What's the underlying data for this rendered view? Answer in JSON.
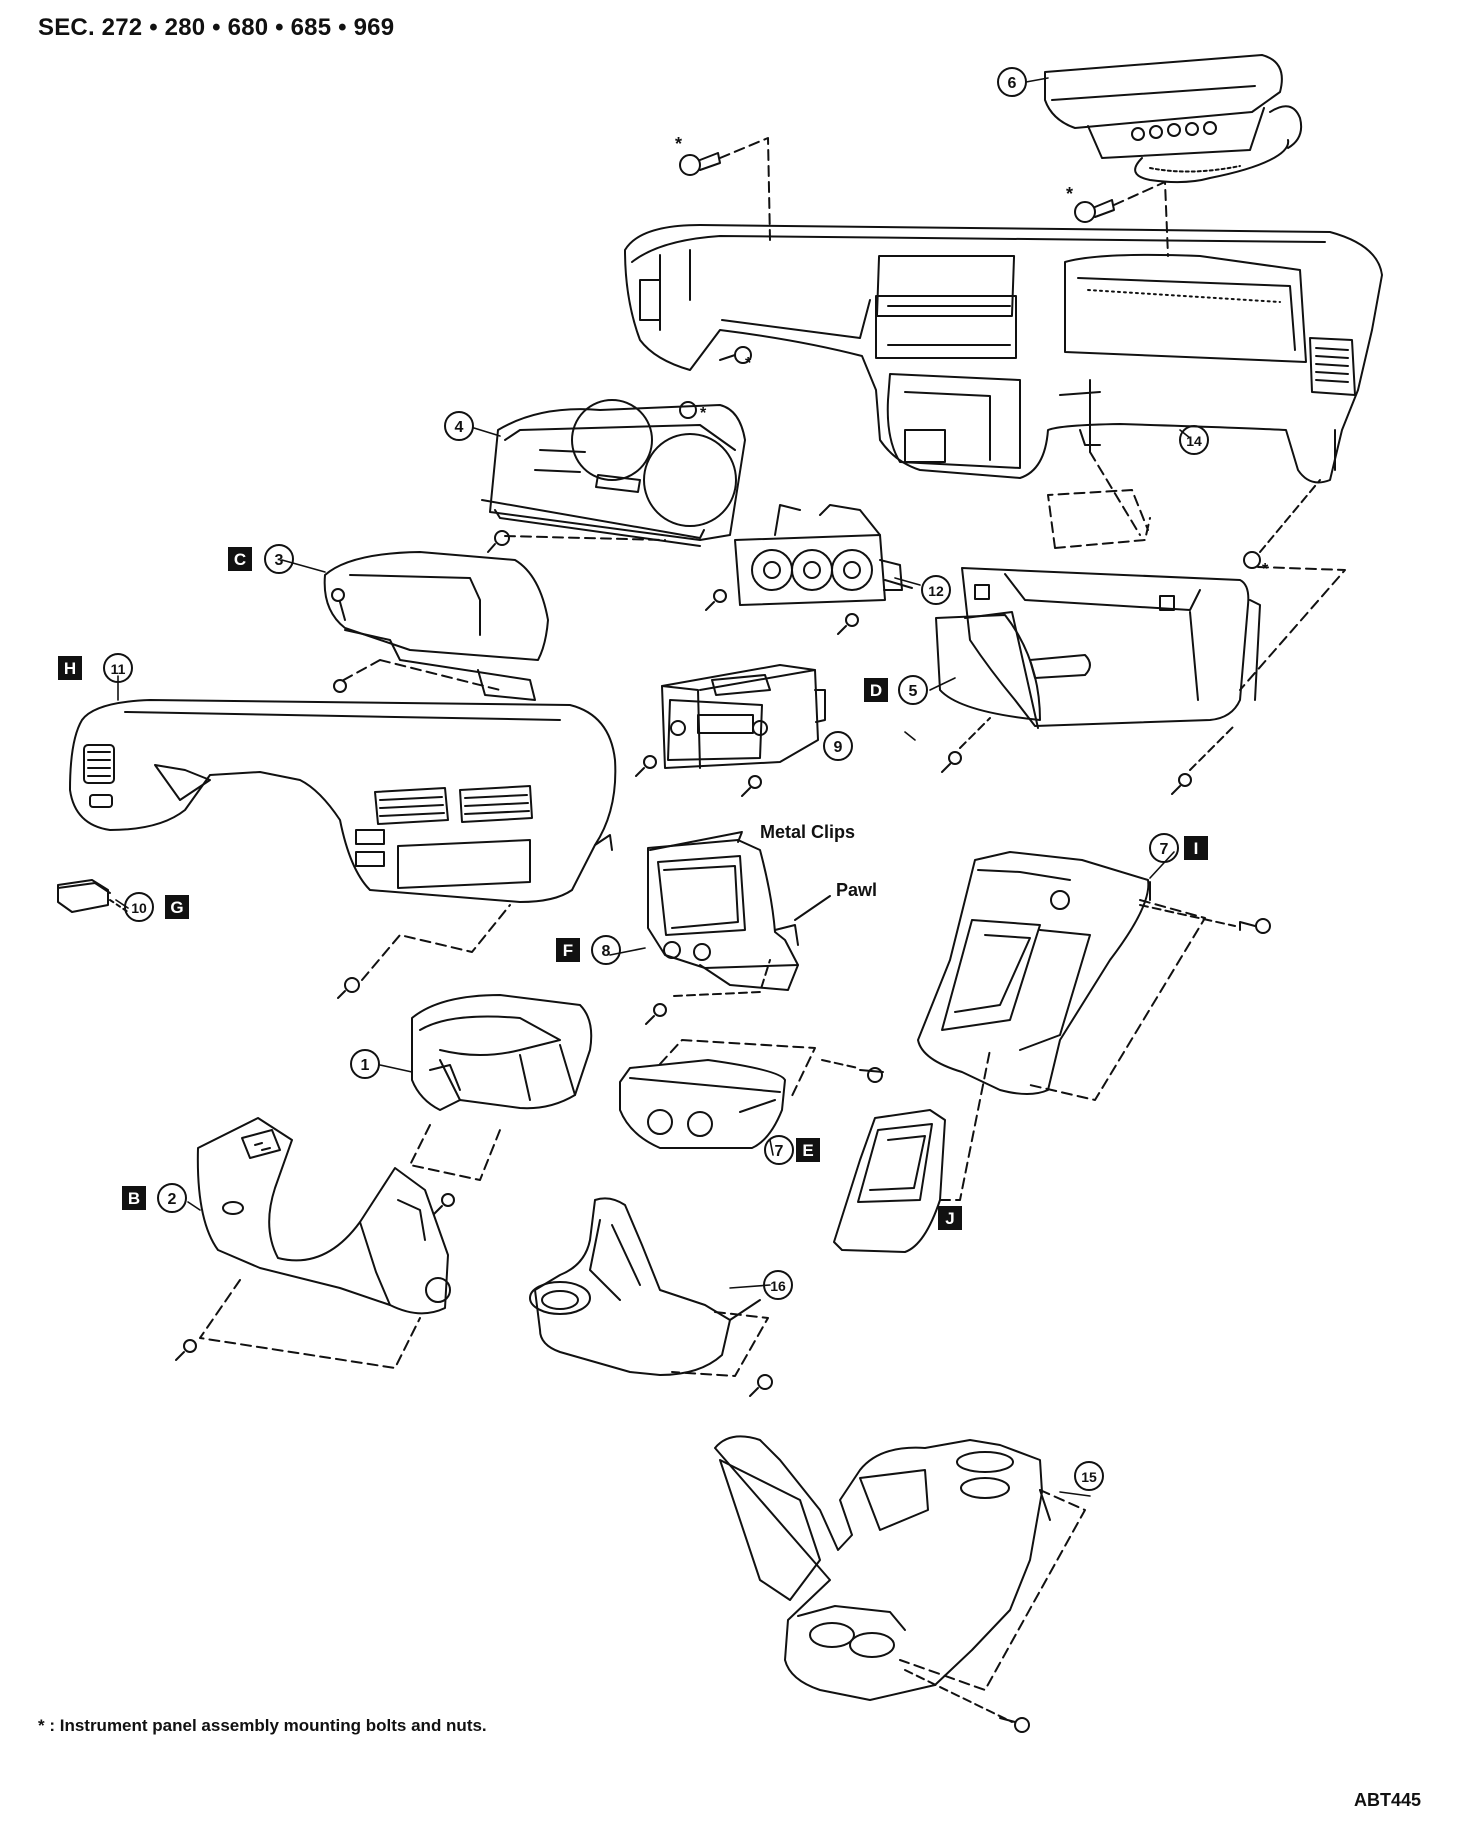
{
  "header": {
    "section": "SEC. 272 • 280 • 680 • 685 • 969"
  },
  "footer": {
    "note": "* : Instrument panel assembly mounting bolts and nuts.",
    "code": "ABT445"
  },
  "labels": {
    "metal_clips": "Metal Clips",
    "pawl": "Pawl",
    "bolt_mark": "*"
  },
  "callouts": {
    "c1": "1",
    "c2": "2",
    "c3": "3",
    "c4": "4",
    "c5": "5",
    "c6": "6",
    "c7": "7",
    "c7b": "7",
    "c8": "8",
    "c9": "9",
    "c10": "10",
    "c11": "11",
    "c12": "12",
    "c14": "14",
    "c15": "15",
    "c16": "16"
  },
  "tags": {
    "B": "B",
    "C": "C",
    "D": "D",
    "E": "E",
    "F": "F",
    "G": "G",
    "H": "H",
    "I": "I",
    "J": "J"
  }
}
